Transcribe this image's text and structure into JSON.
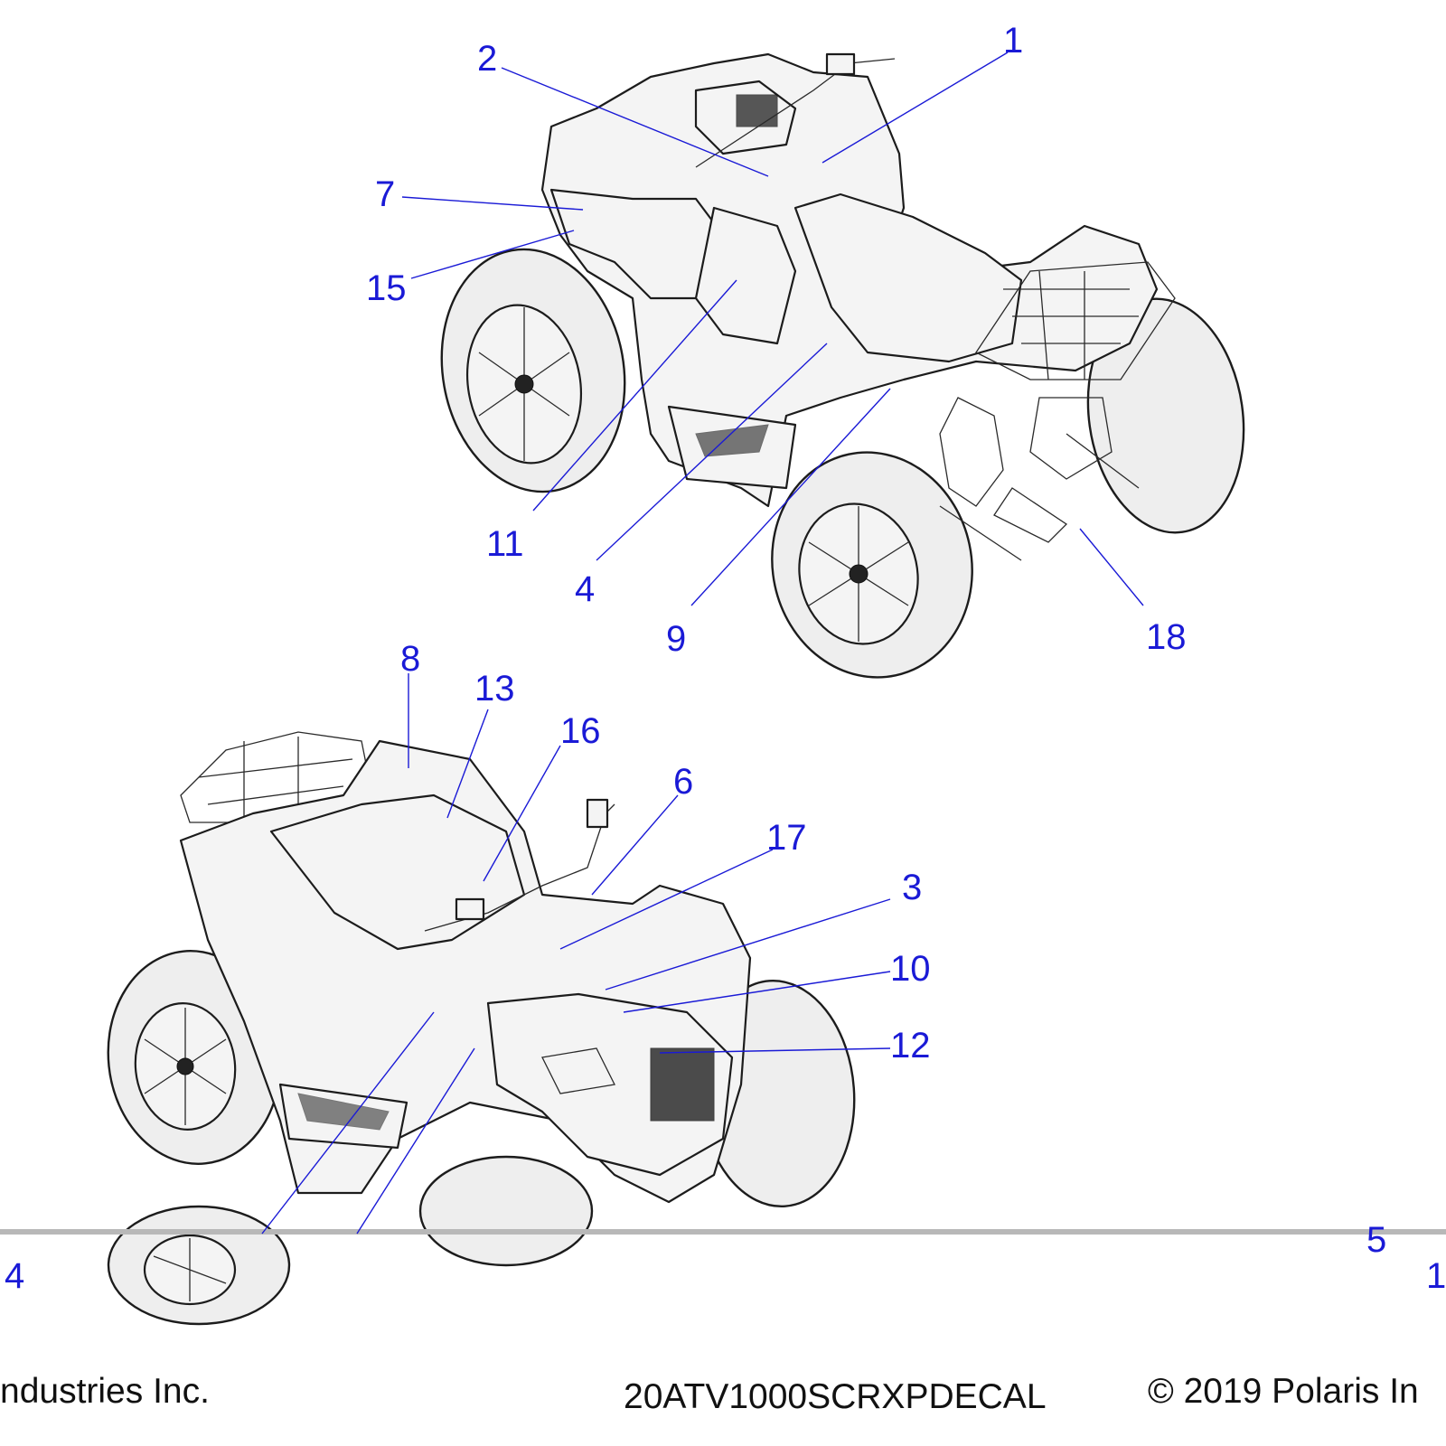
{
  "diagram": {
    "callouts": [
      {
        "id": "1",
        "label": "1"
      },
      {
        "id": "2",
        "label": "2"
      },
      {
        "id": "7",
        "label": "7"
      },
      {
        "id": "15",
        "label": "15"
      },
      {
        "id": "11",
        "label": "11"
      },
      {
        "id": "4",
        "label": "4"
      },
      {
        "id": "9",
        "label": "9"
      },
      {
        "id": "18",
        "label": "18"
      },
      {
        "id": "8",
        "label": "8"
      },
      {
        "id": "13",
        "label": "13"
      },
      {
        "id": "16",
        "label": "16"
      },
      {
        "id": "6",
        "label": "6"
      },
      {
        "id": "17",
        "label": "17"
      },
      {
        "id": "3",
        "label": "3"
      },
      {
        "id": "10",
        "label": "10"
      },
      {
        "id": "12",
        "label": "12"
      },
      {
        "id": "14b",
        "label": "4"
      },
      {
        "id": "5b",
        "label": "5"
      },
      {
        "id": "1b",
        "label": "1"
      }
    ]
  },
  "footer": {
    "left_text": "ndustries Inc.",
    "code": "20ATV1000SCRXPDECAL",
    "copyright": "© 2019 Polaris In"
  },
  "colors": {
    "callout": "#1a1ad6",
    "ink": "#1c1c1c"
  }
}
